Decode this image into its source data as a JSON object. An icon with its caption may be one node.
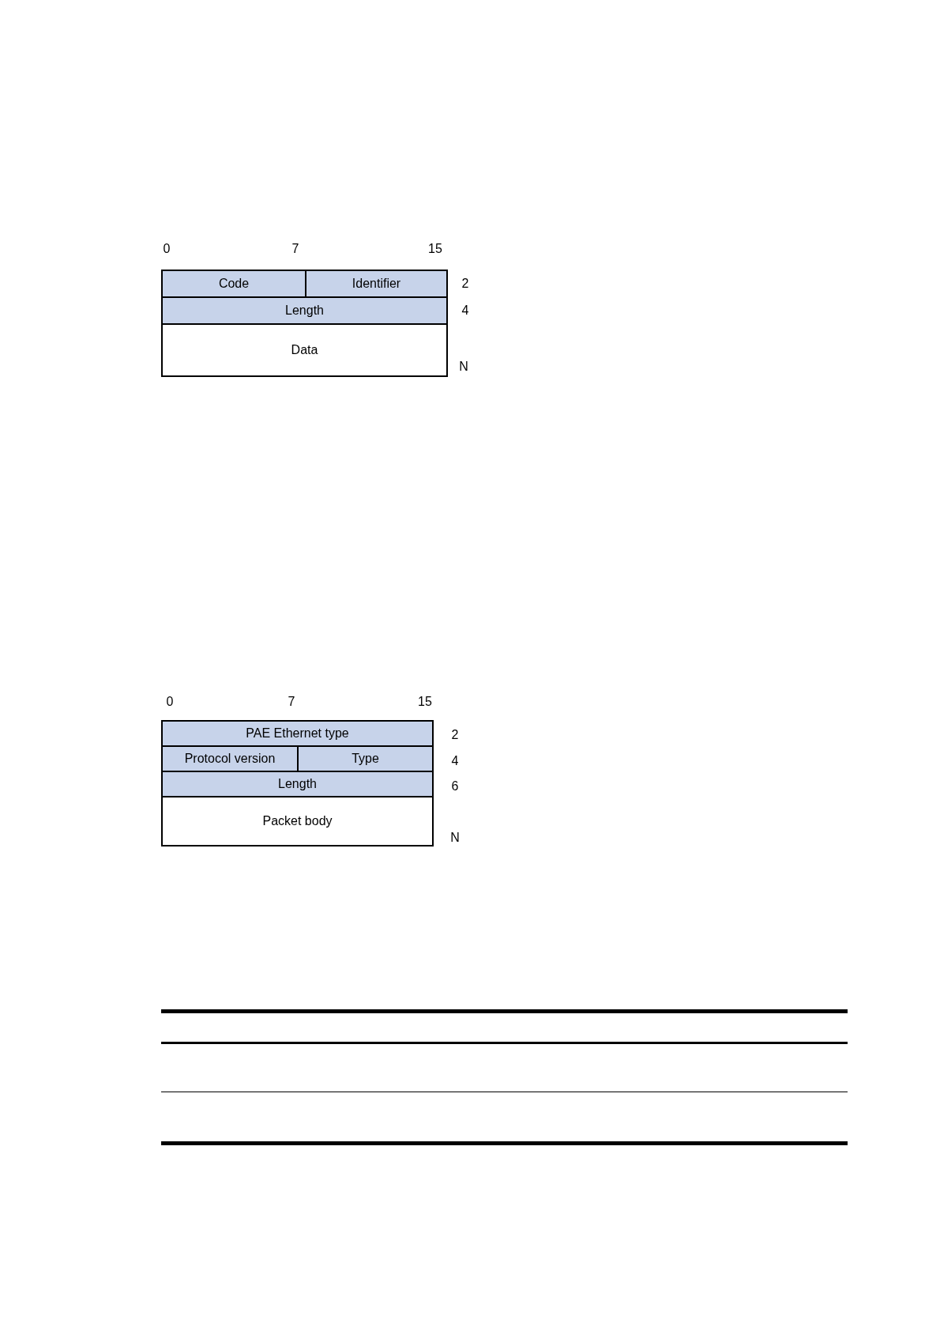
{
  "diagram": {
    "nodes": [
      {
        "text": [
          "Code"
        ]
      },
      {
        "text": [
          "Identifier"
        ]
      },
      {
        "text": [
          "Length"
        ]
      },
      {
        "text": [
          "Data"
        ]
      },
      {
        "text": [
          "PAE Ethernet type"
        ]
      },
      {
        "text": [
          "Protocol version"
        ]
      },
      {
        "text": [
          "Type"
        ]
      },
      {
        "text": [
          "Length"
        ]
      },
      {
        "text": [
          "Packet body"
        ]
      }
    ],
    "labels": [
      "0",
      "7",
      "15",
      "2",
      "4",
      "N",
      "0",
      "7",
      "15",
      "2",
      "4",
      "6",
      "N"
    ]
  }
}
